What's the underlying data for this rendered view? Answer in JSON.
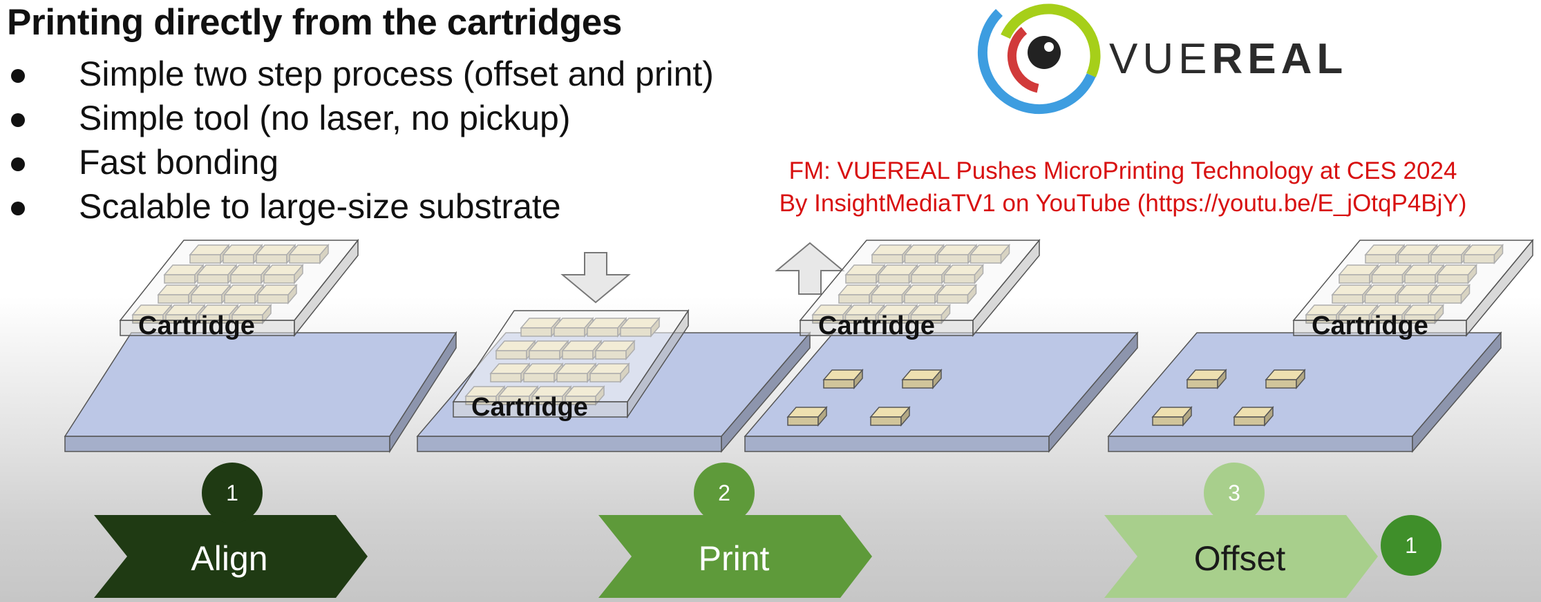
{
  "slide": {
    "title": "Printing directly from the cartridges",
    "bullets": [
      "Simple two step process (offset and print)",
      "Simple tool (no laser, no pickup)",
      "Fast bonding",
      "Scalable to large-size substrate"
    ],
    "credit_line1": "FM: VUEREAL Pushes MicroPrinting Technology at CES 2024",
    "credit_line2": "By  InsightMediaTV1 on YouTube (https://youtu.be/E_jOtqP4BjY)"
  },
  "logo": {
    "text_light": "VUE",
    "text_bold": "REAL",
    "colors": {
      "green": "#a6cf19",
      "red": "#d13a3a",
      "blue": "#3d9de0",
      "pupil": "#222222"
    }
  },
  "diagram": {
    "cartridge_label": "Cartridge",
    "steps": [
      {
        "number": "1",
        "label": "Align",
        "color": "#1f3a13",
        "badge": "#1f3a13",
        "text_color": "#ffffff"
      },
      {
        "number": "2",
        "label": "Print",
        "color": "#5e9a3a",
        "badge": "#5e9a3a",
        "text_color": "#ffffff"
      },
      {
        "number": "3",
        "label": "Offset",
        "color": "#a8cf8c",
        "badge": "#a8cf8c",
        "text_color": "#1a1a1a"
      }
    ],
    "loop_badge": {
      "number": "1",
      "color": "#3f8f2a"
    },
    "colors": {
      "substrate": "#bcc7e6",
      "chip": "#eee0b0",
      "cartridge": "#f6f6f6"
    }
  }
}
